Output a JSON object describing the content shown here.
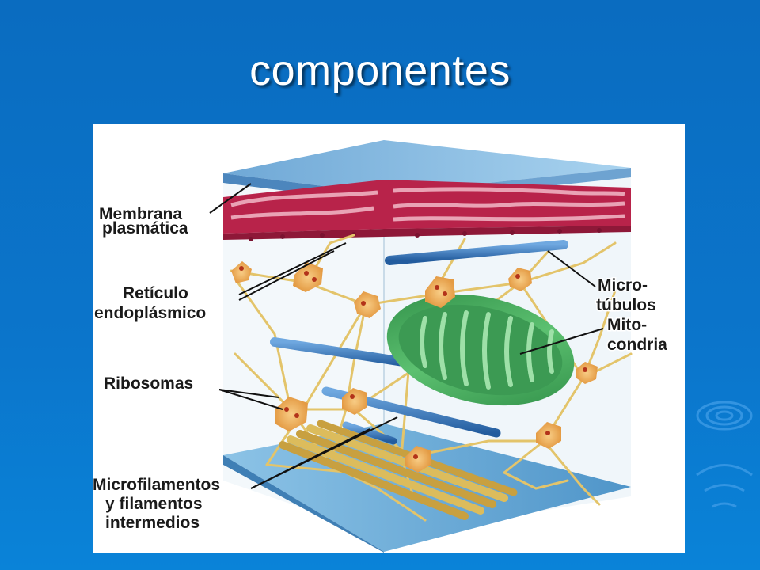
{
  "slide": {
    "title": "componentes"
  },
  "figure": {
    "labels": {
      "membrana_line1": "Membrana",
      "membrana_line2": "plasmática",
      "reticulo_line1": "Retículo",
      "reticulo_line2": "endoplásmico",
      "ribosomas": "Ribosomas",
      "micro_fil_line1": "Microfilamentos",
      "micro_fil_line2": "y filamentos",
      "micro_fil_line3": "intermedios",
      "microtubulos_line1": "Micro-",
      "microtubulos_line2": "túbulos",
      "mitocondria_line1": "Mito-",
      "mitocondria_line2": "condria"
    },
    "colors": {
      "membrane": "#b8234a",
      "cube_top": "#8fc0e0",
      "cube_floor": "#6aaad6",
      "microtubule": "#3b78c0",
      "mitochondria": "#4cae5e",
      "filament": "#e8c870",
      "cell_body": "#f2b766"
    }
  }
}
